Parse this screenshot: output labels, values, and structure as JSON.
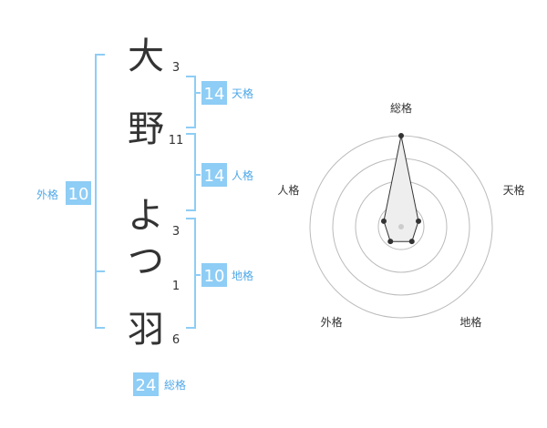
{
  "colors": {
    "accent": "#8ecdf5",
    "accent_text": "#4fa8e8",
    "text": "#333333",
    "ring": "#bbbbbb",
    "polygon_fill": "#eeeeee",
    "polygon_stroke": "#333333"
  },
  "name": {
    "chars": [
      {
        "char": "大",
        "strokes": "3"
      },
      {
        "char": "野",
        "strokes": "11"
      },
      {
        "char": "よ",
        "strokes": "3"
      },
      {
        "char": "つ",
        "strokes": "1"
      },
      {
        "char": "羽",
        "strokes": "6"
      }
    ]
  },
  "fortune": {
    "tenkaku": {
      "value": "14",
      "label": "天格"
    },
    "jinkaku": {
      "value": "14",
      "label": "人格"
    },
    "chikaku": {
      "value": "10",
      "label": "地格"
    },
    "gaikaku": {
      "value": "10",
      "label": "外格"
    },
    "soukaku": {
      "value": "24",
      "label": "総格"
    }
  },
  "chart_data": {
    "type": "radar",
    "axes": [
      "総格",
      "天格",
      "地格",
      "外格",
      "人格"
    ],
    "values": [
      5,
      1,
      1,
      1,
      1
    ],
    "max": 5,
    "rings": 4
  }
}
